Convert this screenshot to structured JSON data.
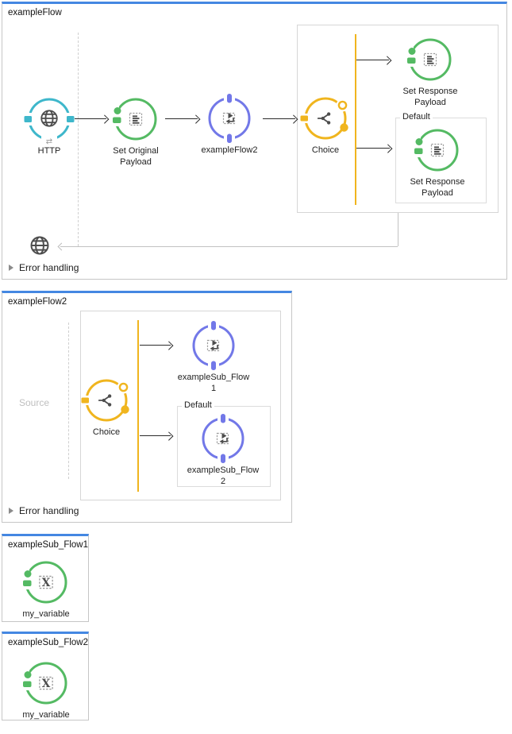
{
  "colors": {
    "accent_blue": "#4487E2",
    "http_cyan": "#3EB7CB",
    "payload_green": "#54BA63",
    "flowref_violet": "#7278E8",
    "choice_amber": "#F0B51E",
    "icon_gray": "#4d4d4d",
    "container_border": "#c6c6c6"
  },
  "flow1": {
    "title": "exampleFlow",
    "error_handling": "Error handling",
    "default_scope_label": "Default",
    "nodes": {
      "http": "HTTP",
      "set_original_payload": "Set Original Payload",
      "flow_ref": "exampleFlow2",
      "choice": "Choice",
      "set_response_payload_1": "Set Response Payload",
      "set_response_payload_2": "Set Response Payload"
    }
  },
  "flow2": {
    "title": "exampleFlow2",
    "source_placeholder": "Source",
    "error_handling": "Error handling",
    "default_scope_label": "Default",
    "nodes": {
      "choice": "Choice",
      "sub_flow_1": "exampleSub_Flow 1",
      "sub_flow_2": "exampleSub_Flow 2"
    }
  },
  "subflow1": {
    "title": "exampleSub_Flow1",
    "nodes": {
      "set_variable": "my_variable"
    }
  },
  "subflow2": {
    "title": "exampleSub_Flow2",
    "nodes": {
      "set_variable": "my_variable"
    }
  }
}
